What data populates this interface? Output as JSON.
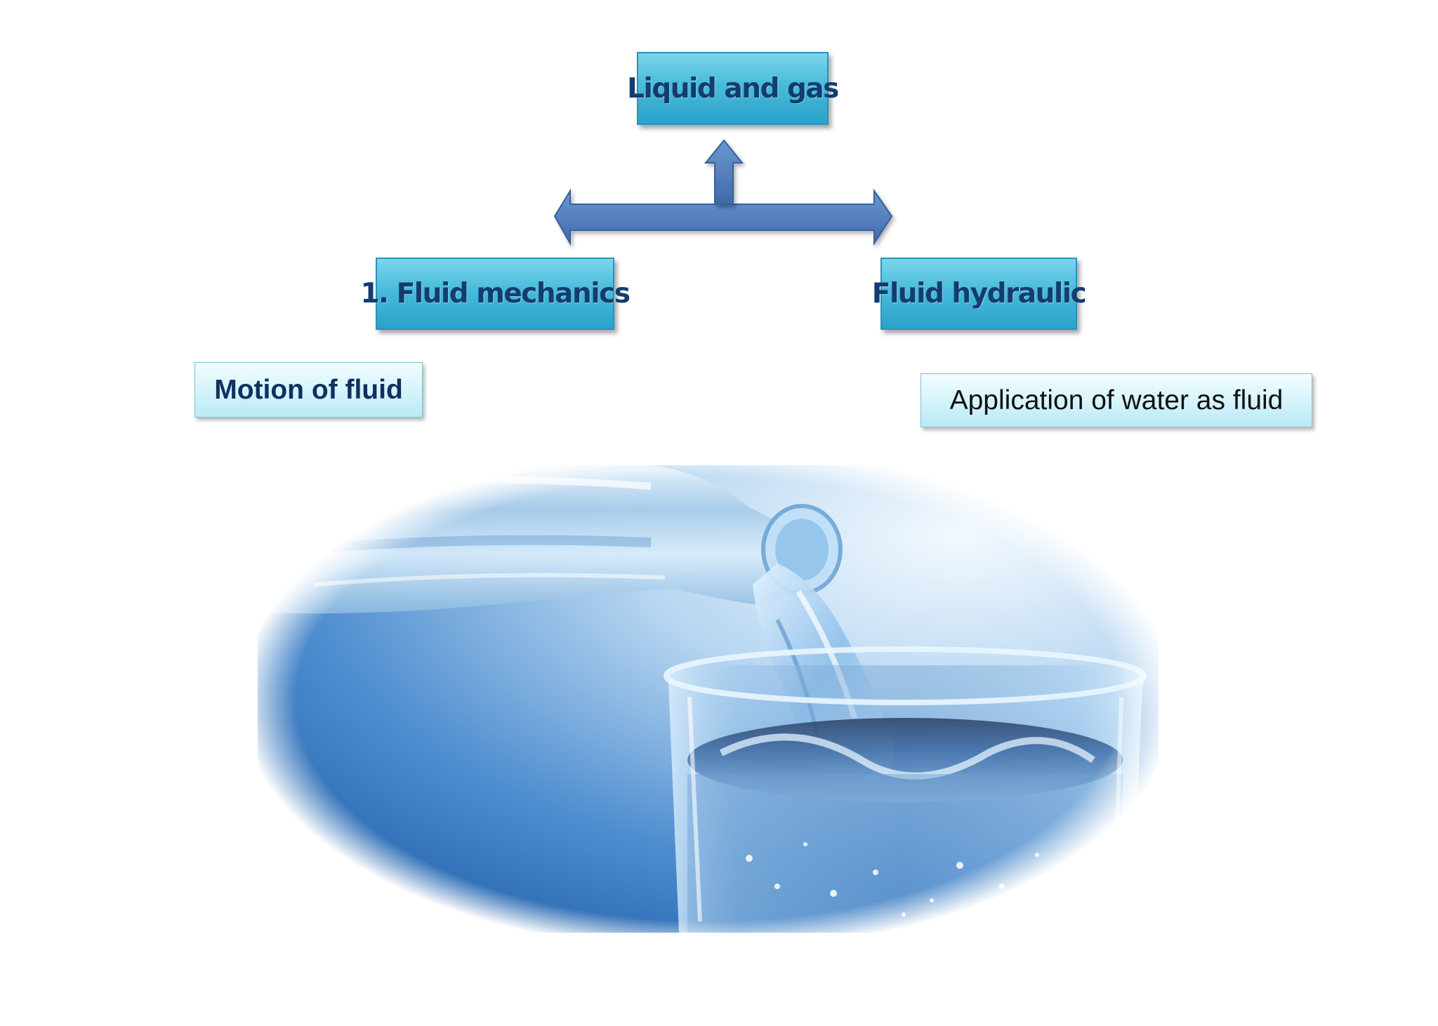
{
  "diagram": {
    "top_node": "Liquid and gas",
    "left_node": "1. Fluid mechanics",
    "right_node": "Fluid hydraulic",
    "left_label": "Motion of fluid",
    "right_label": "Application of water as fluid"
  },
  "colors": {
    "node_fill": "#49bbdb",
    "node_text": "#123d6e",
    "arrow_fill": "#4f7fbf",
    "label_fill": "#d4f3fb"
  },
  "photo": {
    "subject": "water pouring from a plastic bottle into a glass",
    "icon": "water-pour-photo"
  }
}
